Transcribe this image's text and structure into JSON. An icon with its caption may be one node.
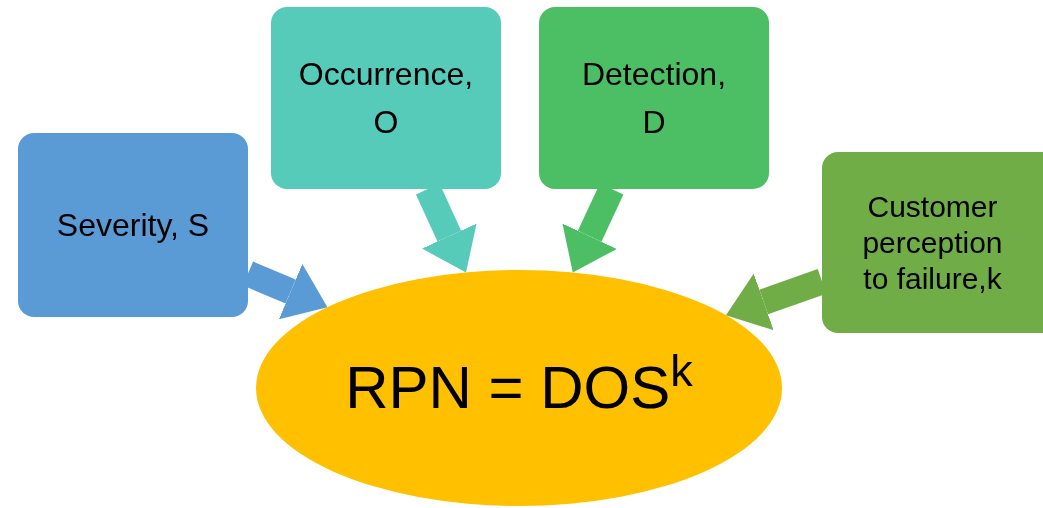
{
  "diagram": {
    "nodes": [
      {
        "text": [
          "Severity, S"
        ]
      },
      {
        "text": [
          "Occurrence, O"
        ]
      },
      {
        "text": [
          "Detection, D"
        ]
      },
      {
        "text": [
          "Customer perception to failure,k"
        ]
      },
      {
        "text": [
          "RPN = DOS$^{k}$"
        ]
      }
    ],
    "edges": [
      {
        "from": 0,
        "to": 4,
        "arrow": "to",
        "color": "#5b9bd5"
      },
      {
        "from": 1,
        "to": 4,
        "arrow": "to",
        "color": "#56cbb9"
      },
      {
        "from": 2,
        "to": 4,
        "arrow": "to",
        "color": "#4cbf65"
      },
      {
        "from": 3,
        "to": 4,
        "arrow": "to",
        "color": "#70ad47"
      }
    ]
  }
}
